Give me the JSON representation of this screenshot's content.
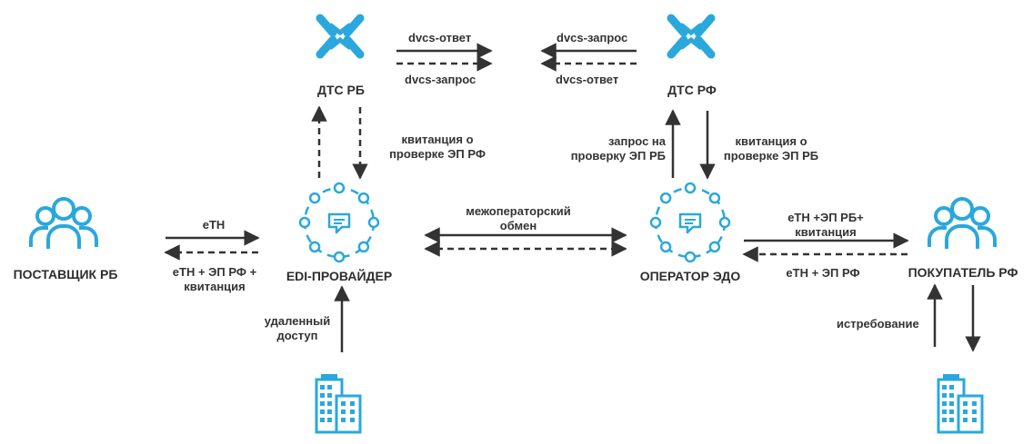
{
  "colors": {
    "accent": "#2aa8dd",
    "arrow": "#333333"
  },
  "icons": {
    "dts_rb": "dts-logo-icon",
    "dts_rf": "dts-logo-icon",
    "edi": "network-hub-icon",
    "edo": "network-hub-icon",
    "supplier": "people-group-icon",
    "buyer": "people-group-icon",
    "building_left": "office-building-icon",
    "building_right": "office-building-icon"
  },
  "nodes": {
    "dts_rb": "ДТС РБ",
    "dts_rf": "ДТС РФ",
    "edi_provider": "EDI-ПРОВАЙДЕР",
    "edo_operator": "ОПЕРАТОР ЭДО",
    "supplier": "ПОСТАВЩИК РБ",
    "buyer": "ПОКУПАТЕЛЬ РФ"
  },
  "edges": {
    "dts_rb_right_top": "dvcs-ответ",
    "dts_rb_right_bottom": "dvcs-запрос",
    "dts_rf_left_top": "dvcs-запрос",
    "dts_rf_left_bottom": "dvcs-ответ",
    "edi_to_dts_rb": "квитанция о\nпроверке ЭП РФ",
    "edo_to_dts_rf": "запрос на\nпроверку ЭП РБ",
    "dts_rf_to_edo": "квитанция о\nпроверке ЭП РБ",
    "supplier_to_edi": "eTH",
    "edi_to_supplier": "eTH + ЭП РФ +\nквитанция",
    "inter_operator": "межоператорский\nобмен",
    "edo_to_buyer": "eTH +ЭП РБ+\nквитанция",
    "buyer_to_edo": "eTH + ЭП РФ",
    "remote_access": "удаленный\nдоступ",
    "claim": "истребование"
  }
}
